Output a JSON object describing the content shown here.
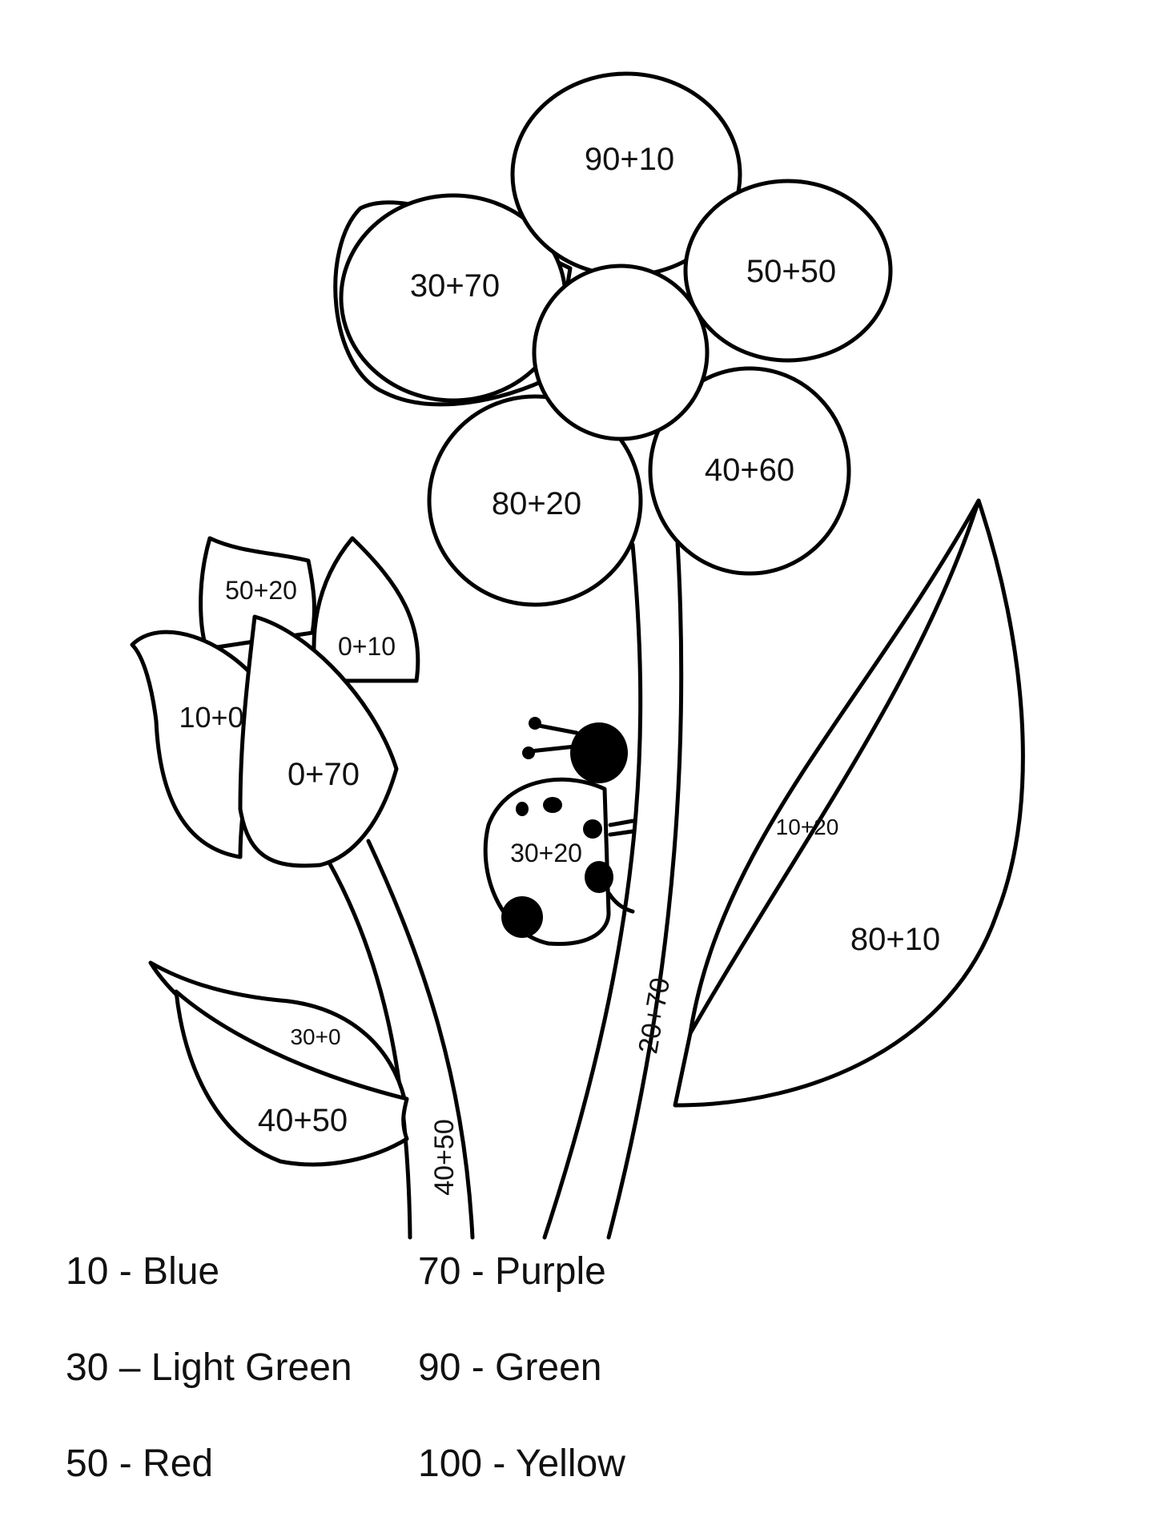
{
  "worksheet": {
    "labels": {
      "petal_top": "90+10",
      "petal_left": "30+70",
      "petal_right": "50+50",
      "petal_bottom_left": "80+20",
      "petal_bottom_right": "40+60",
      "tulip_back_left": "50+20",
      "tulip_back_right": "0+10",
      "tulip_left": "10+0",
      "tulip_front": "0+70",
      "ladybug": "30+20",
      "big_leaf_upper": "10+20",
      "big_leaf_lower": "80+10",
      "small_leaf_upper": "30+0",
      "small_leaf_lower": "40+50",
      "tulip_stem": "40+50",
      "flower_stem": "20+70"
    },
    "legend": [
      {
        "text": "10 - Blue"
      },
      {
        "text": "70 - Purple"
      },
      {
        "text": "30 – Light Green"
      },
      {
        "text": "90 - Green"
      },
      {
        "text": "50 - Red"
      },
      {
        "text": "100 - Yellow"
      }
    ]
  }
}
